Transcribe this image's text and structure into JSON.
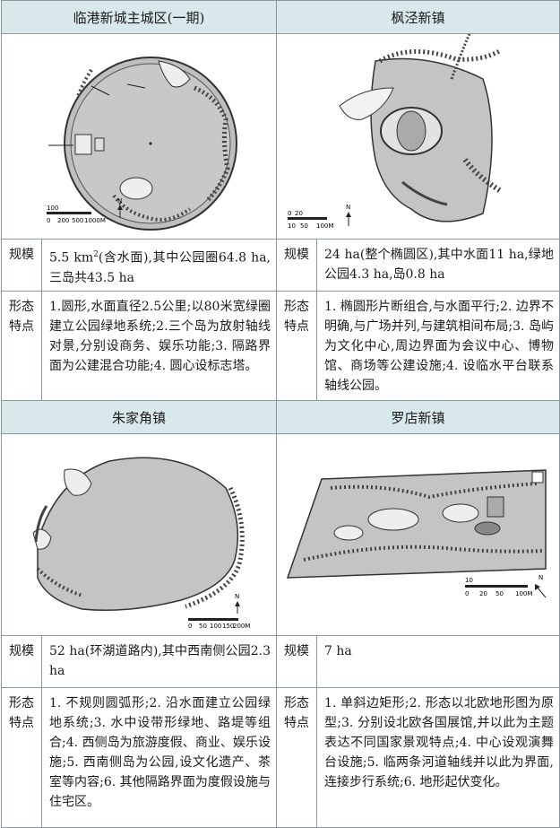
{
  "cells": [
    {
      "title": "临港新城主城区(一期)",
      "scale_label": "规模",
      "scale_text_a": "5.5 km",
      "scale_sup": "2",
      "scale_text_b": "(含水面),其中公园圈64.8 ha,三岛共43.5 ha",
      "form_label": "形态特点",
      "form_text": "1.圆形,水面直径2.5公里;以80米宽绿圈建立公园绿地系统;2.三个岛为放射轴线对景,分别设商务、娱乐功能;3. 隔路界面为公建混合功能;4. 圆心设标志塔。",
      "map_scale": [
        "100",
        "0",
        "200",
        "500",
        "1000M"
      ],
      "north": "N"
    },
    {
      "title": "枫泾新镇",
      "scale_label": "规模",
      "scale_text": "24 ha(整个椭圆区),其中水面11 ha,绿地公园4.3 ha,岛0.8 ha",
      "form_label": "形态特点",
      "form_text": "1. 椭圆形片断组合,与水面平行;2. 边界不明确,与广场并列,与建筑相间布局;3. 岛屿为文化中心,周边界面为会议中心、博物馆、商场等公建设施;4. 设临水平台联系轴线公园。",
      "map_scale": [
        "0",
        "20",
        "10",
        "50",
        "100M"
      ],
      "north": "N"
    },
    {
      "title": "朱家角镇",
      "scale_label": "规模",
      "scale_text": "52 ha(环湖道路内),其中西南侧公园2.3 ha",
      "form_label": "形态特点",
      "form_text": "1. 不规则圆弧形;2. 沿水面建立公园绿地系统;3. 水中设带形绿地、路堤等组合;4. 西侧岛为旅游度假、商业、娱乐设施;5. 西南侧岛为公园,设文化遗产、茶室等内容;6. 其他隔路界面为度假设施与住宅区。",
      "map_scale": [
        "0",
        "50",
        "100",
        "150",
        "200M"
      ],
      "north": "N"
    },
    {
      "title": "罗店新镇",
      "scale_label": "规模",
      "scale_text": "7 ha",
      "form_label": "形态特点",
      "form_text": "1. 单斜边矩形;2. 形态以北欧地形图为原型;3. 分别设北欧各国展馆,并以此为主题表达不同国家景观特点;4. 中心设观演舞台设施;5. 临两条河道轴线并以此为界面,连接步行系统;6. 地形起伏变化。",
      "map_scale": [
        "10",
        "0",
        "20",
        "50",
        "100M"
      ],
      "north": "N"
    }
  ]
}
